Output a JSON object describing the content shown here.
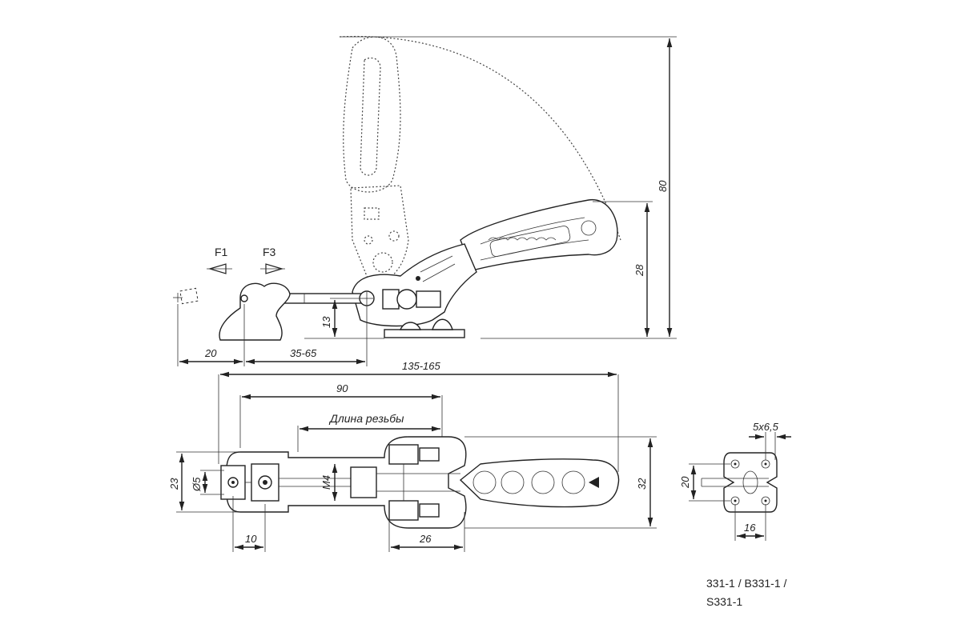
{
  "labels": {
    "f1": "F1",
    "f3": "F3",
    "thread_length": "Длина резьбы",
    "model_line1": "331-1 / B331-1 /",
    "model_line2": "S331-1"
  },
  "dimensions": {
    "d80": "80",
    "d28": "28",
    "d13": "13",
    "d20_left": "20",
    "d35_65": "35-65",
    "d135_165": "135-165",
    "d90": "90",
    "d23": "23",
    "d5": "Ø5",
    "dM4": "M4",
    "d32": "32",
    "d10": "10",
    "d26": "26",
    "d5x65": "5x6,5",
    "d20_small": "20",
    "d16": "16"
  }
}
